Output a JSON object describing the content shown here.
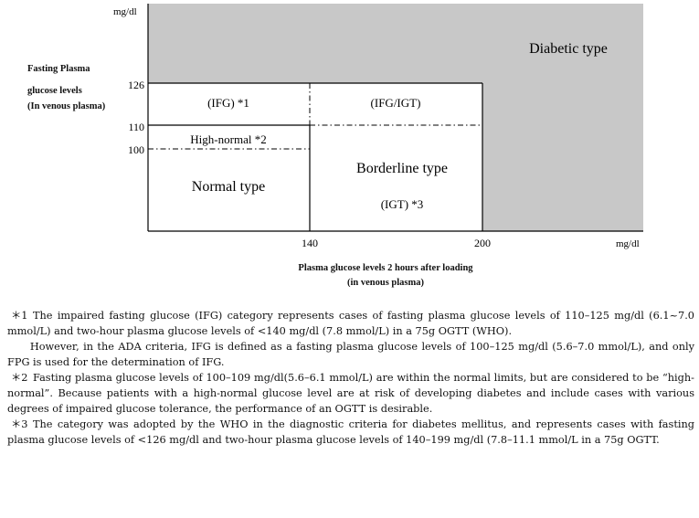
{
  "diagram": {
    "y_unit": "mg/dl",
    "x_unit": "mg/dl",
    "y_ticks": [
      "126",
      "110",
      "100"
    ],
    "x_ticks": [
      "140",
      "200"
    ],
    "regions": {
      "diabetic": "Diabetic type",
      "ifg": "(IFG) *1",
      "ifg_igt": "(IFG/IGT)",
      "high_normal": "High-normal *2",
      "normal": "Normal type",
      "borderline": "Borderline type",
      "igt": "(IGT) *3"
    },
    "y_title": [
      "Fasting Plasma",
      "glucose levels",
      "(In venous plasma)"
    ],
    "x_title": [
      "Plasma glucose levels 2 hours after loading",
      "(in venous plasma)"
    ],
    "colors": {
      "diabetic_fill": "#c8c8c8",
      "line": "#000000"
    }
  },
  "notes": {
    "n1_mark": "＊1",
    "n1_text": "The impaired fasting glucose (IFG) category represents cases of fasting plasma glucose levels of 110–125 mg/dl (6.1~7.0 mmol/L) and two-hour plasma glucose levels of <140 mg/dl (7.8 mmol/L) in a 75g OGTT (WHO).",
    "n1_extra": "However, in the ADA criteria, IFG is defined as a fasting plasma glucose levels of 100–125 mg/dl (5.6–7.0 mmol/L), and only FPG is used for the determination of IFG.",
    "n2_mark": "＊2",
    "n2_text": "Fasting plasma glucose levels of 100–109 mg/dl(5.6–6.1 mmol/L) are within the normal limits, but are considered to be “high-normal”. Because patients with a high-normal glucose level are at risk of developing diabetes and include cases with various degrees of impaired glucose tolerance, the performance of an OGTT is desirable.",
    "n3_mark": "＊3",
    "n3_text": "The category was adopted by the WHO in the diagnostic criteria for diabetes mellitus, and represents cases with fasting plasma glucose levels of <126 mg/dl and two-hour plasma glucose levels of 140–199 mg/dl (7.8–11.1 mmol/L in a 75g OGTT."
  }
}
